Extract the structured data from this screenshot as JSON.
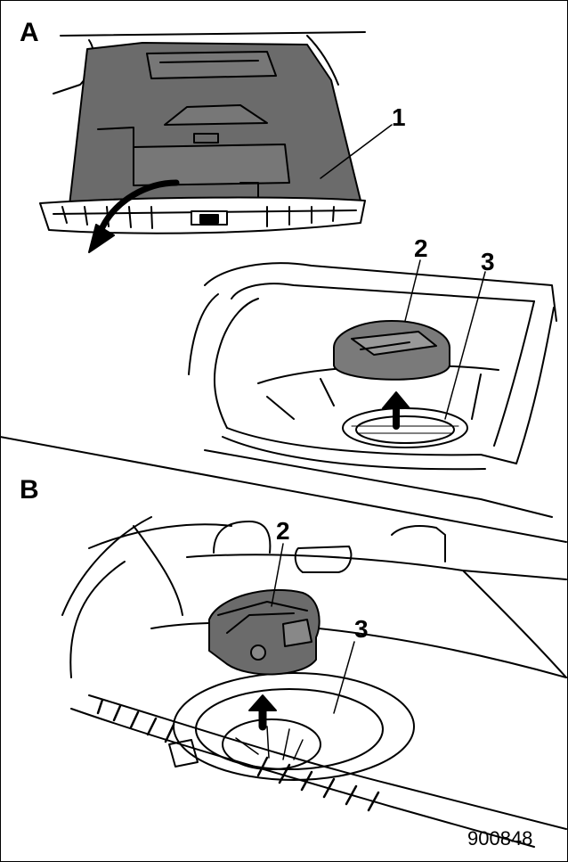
{
  "panels": {
    "a": {
      "letter": "A"
    },
    "b": {
      "letter": "B"
    }
  },
  "callouts": {
    "a_trunk_board": "1",
    "a_tool_tray": "2",
    "a_spare_tire": "3",
    "b_tool_tray": "2",
    "b_spare_tire": "3"
  },
  "figure_code": "900848",
  "colors": {
    "ink": "#000000",
    "panel_fill": "#6b6b6b",
    "tray_fill": "#7a7a7a",
    "paper": "#ffffff"
  }
}
